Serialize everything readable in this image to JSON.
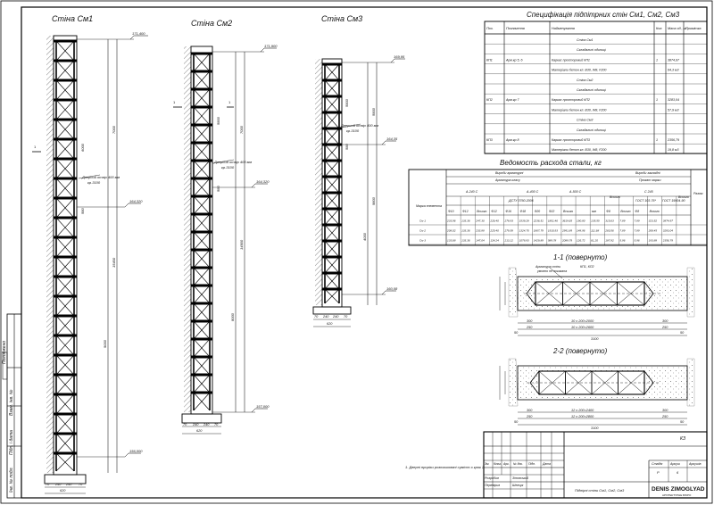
{
  "walls": {
    "w1": {
      "title": "Стіна См1",
      "top_elev": "171,400",
      "mid_elev": "164,320",
      "bot_elev": "156,000",
      "dim_total": "15400",
      "dim_upper": "7000",
      "dim_lower": "9000",
      "dim_a": "6000",
      "dim_b": "580",
      "callout": "Дверний отвір 400 мм",
      "callout2": "кр.3100",
      "base_dims": [
        "70",
        "240",
        "240",
        "70"
      ],
      "base_total": "620",
      "mark": "1"
    },
    "w2": {
      "title": "Стіна См2",
      "top_elev": "171,900",
      "mid_elev": "164,320",
      "bot_elev": "157,000",
      "dim_total": "14900",
      "dim_upper": "7000",
      "dim_lower": "8000",
      "dim_a": "5800",
      "dim_b": "580",
      "callout": "Дверний отвір 400 мм",
      "callout2": "кр.3100",
      "base_dims": [
        "70",
        "240",
        "240",
        "70"
      ],
      "base_total": "620",
      "mark": "1"
    },
    "w3": {
      "title": "Стіна См3",
      "top_elev": "169,95",
      "mid_elev": "164,35",
      "bot_elev": "160,08",
      "dim_total": "9800",
      "dim_upper": "5800",
      "dim_lower": "4000",
      "dim_a": "5800",
      "dim_b": "580",
      "callout": "Дверний отвір 400 мм",
      "callout2": "кр.3100",
      "base_dims": [
        "70",
        "240",
        "240",
        "70"
      ],
      "base_total": "620",
      "mark": "1"
    }
  },
  "spec": {
    "title": "Специфікація підпітрних стін См1, См2, См3",
    "headers": [
      "Поз.",
      "Позначення",
      "Найменування",
      "Кол.",
      "Маса од., кг",
      "Примітка"
    ],
    "rows": [
      [
        "",
        "",
        "Стіна См1",
        "",
        "",
        ""
      ],
      [
        "",
        "",
        "Складальні одиниці",
        "",
        "",
        ""
      ],
      [
        "КП1",
        "Арм.кр 5, 6",
        "Каркас просторовий КП1",
        "1",
        "3874,97",
        ""
      ],
      [
        "",
        "",
        "Матеріали бетон кл. В30, W8, F200",
        "",
        "64,3 м3",
        ""
      ],
      [
        "",
        "",
        "Стіна См2",
        "",
        "",
        ""
      ],
      [
        "",
        "",
        "Складальні одиниці",
        "",
        "",
        ""
      ],
      [
        "КП2",
        "Арм.кр 7",
        "Каркас просторовий КП2",
        "1",
        "3283,04",
        ""
      ],
      [
        "",
        "",
        "Матеріали бетон кл. В30, W8, F200",
        "",
        "57,9 м3",
        ""
      ],
      [
        "",
        "",
        "Стіна См3",
        "",
        "",
        ""
      ],
      [
        "",
        "",
        "Складальні одиниці",
        "",
        "",
        ""
      ],
      [
        "КП3",
        "Арм.кр 8",
        "Каркас просторовий КП3",
        "1",
        "2356,79",
        ""
      ],
      [
        "",
        "",
        "Матеріали бетон кл. В30, W8, F200",
        "",
        "19,8 м3",
        ""
      ]
    ]
  },
  "steel": {
    "title": "Ведомость расхода стали, кг",
    "h_mark": "Марка елемента",
    "h_rebar": "Вироби арматурні",
    "h_class": "Арматура класу",
    "h_rolled": "Вироби закладні",
    "h_a240": "А-240 С",
    "h_a400": "А-400 С",
    "h_a500": "А-500 С",
    "h_gost": "ДСТУ 3760-2006",
    "h_prokat": "Прокат марки",
    "h_c245": "С 245",
    "h_gost2": "ГОСТ 103-76*",
    "h_gost3": "ГОСТ 19904-90",
    "h_total": "Всього",
    "h_sum": "Разом",
    "sub": [
      "Ф10",
      "Ф12",
      "Всього",
      "Ф12",
      "Ф16",
      "Ф18",
      "Ф20",
      "Ф22",
      "Всього",
      "",
      "мм",
      "Ф8",
      "Всього",
      "Ф8",
      "Всього",
      "",
      ""
    ],
    "rows": [
      [
        "См 1",
        "233,96",
        "133,36",
        "247,30",
        "226,40",
        "278,93",
        "1539,28",
        "2236,51",
        "1801,46",
        "3619,65",
        "190,80",
        "135,55",
        "315,63",
        "7,89",
        "7,89",
        "323,52",
        "3874,97"
      ],
      [
        "См 2",
        "208,02",
        "133,36",
        "233,88",
        "225,40",
        "279,58",
        "1324,70",
        "1867,79",
        "1910,93",
        "2991,89",
        "148,96",
        "111,68",
        "260,56",
        "7,89",
        "7,89",
        "268,45",
        "3283,04"
      ],
      [
        "См 3",
        "133,68",
        "133,36",
        "147,04",
        "124,24",
        "213,12",
        "1078,93",
        "1429,89",
        "589,78",
        "2089,79",
        "126,72",
        "61,20",
        "187,92",
        "5,96",
        "5,96",
        "193,88",
        "2356,79"
      ]
    ]
  },
  "sections": {
    "s1": {
      "title": "1-1 (повернуто)",
      "note1": "Арматура стіни",
      "note2": "умовно не показана",
      "note3": "КП1, КП2",
      "d1": "10 х 200=2000",
      "d2": "10 х 200=2600",
      "d3": "3100",
      "d4": "300",
      "d5": "250",
      "d6": "50"
    },
    "s2": {
      "title": "2-2 (повернуто)",
      "d1": "12 х 200=2400",
      "d2": "12 х 200=2800",
      "d3": "3100",
      "d4": "300",
      "d5": "250",
      "d6": "50"
    }
  },
  "footnote": "1. Дверні прорізи розташовані сумісно з крок 2",
  "stamp": {
    "code": "КЗ",
    "project_name": "Підпірні стіни См1, См2, См3",
    "stage_h": "Стадія",
    "sheet_h": "Аркуш",
    "sheets_h": "Аркушів",
    "stage": "Р",
    "sheet": "6",
    "rows_labels": [
      "Зм.",
      "Кільк.",
      "Арк.",
      "№ док.",
      "Підп.",
      "Дата"
    ],
    "developed_h": "Розробив",
    "developed": "Зіновський",
    "checked_h": "Перевірив",
    "checked": "Шевчук",
    "company": "DENIS ZIMOGLYAD",
    "company_sub": "АРХІТЕКТУРНЕ БЮРО"
  },
  "side_labels": [
    "Погоджено",
    "Інв. № подл.",
    "Підп. і дата",
    "Взам. інв. №"
  ]
}
